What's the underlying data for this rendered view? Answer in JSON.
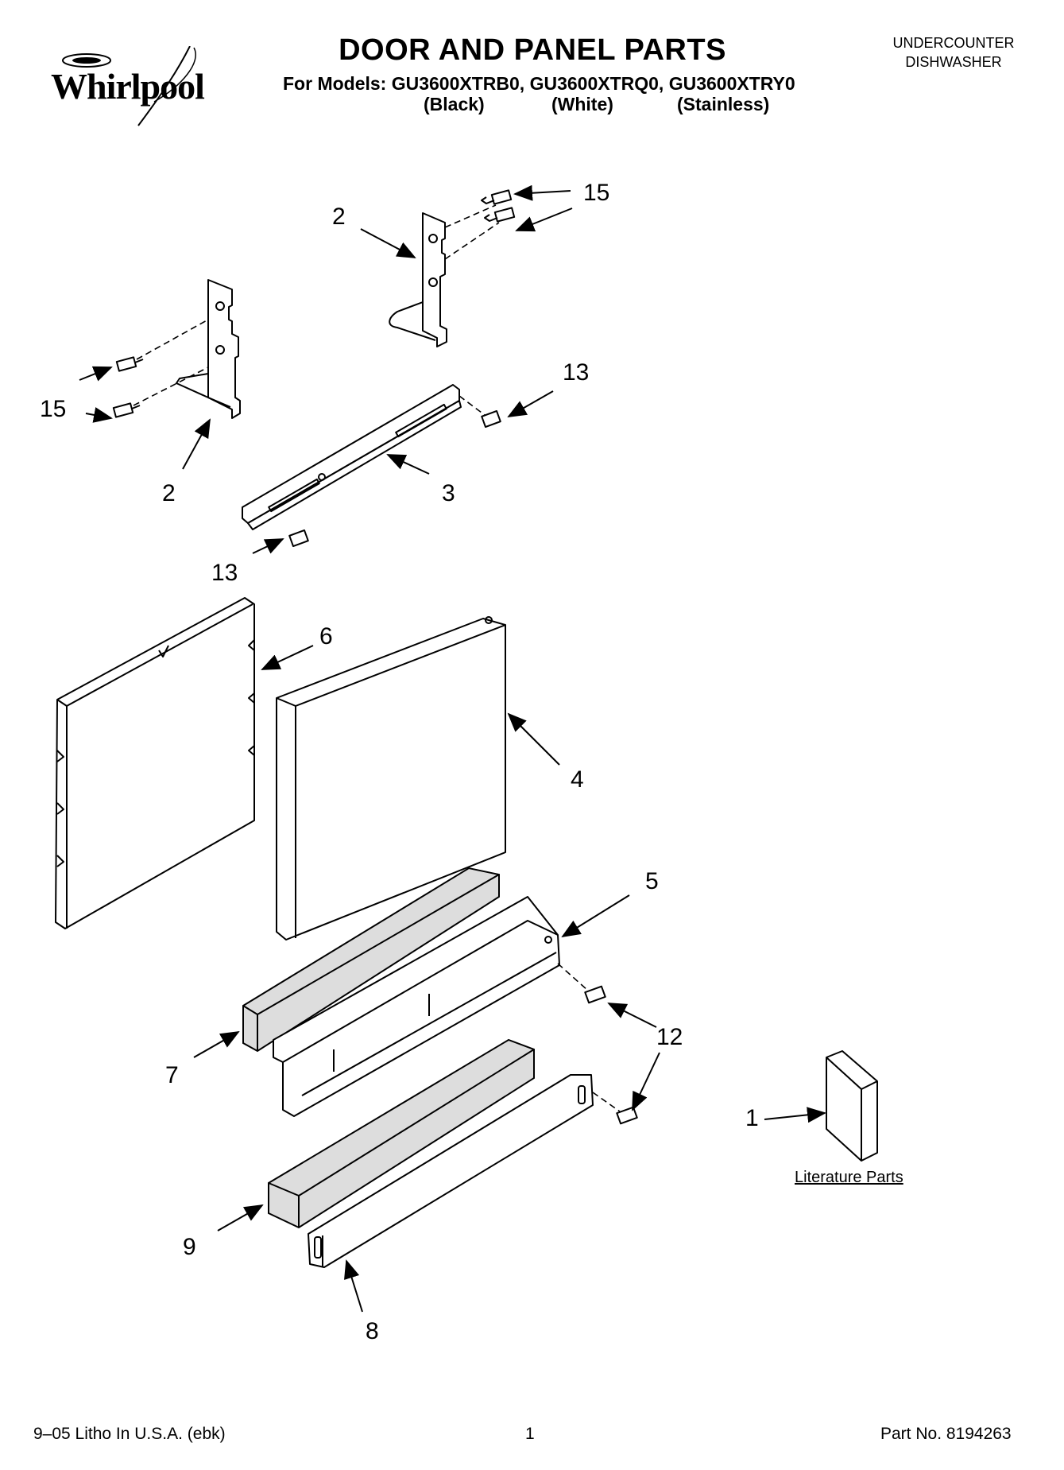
{
  "header": {
    "brand": "Whirlpool",
    "title": "DOOR AND PANEL PARTS",
    "models": "For Models: GU3600XTRB0, GU3600XTRQ0, GU3600XTRY0",
    "variants": [
      "(Black)",
      "(White)",
      "(Stainless)"
    ],
    "appliance_line1": "UNDERCOUNTER",
    "appliance_line2": "DISHWASHER"
  },
  "callouts": {
    "c15a": "15",
    "c2a": "2",
    "c15b": "15",
    "c2b": "2",
    "c13a": "13",
    "c3": "3",
    "c13b": "13",
    "c6": "6",
    "c4": "4",
    "c5": "5",
    "c7": "7",
    "c12": "12",
    "c1": "1",
    "c9": "9",
    "c8": "8"
  },
  "literature_label": "Literature Parts",
  "footer": {
    "left": "9–05 Litho In U.S.A. (ebk)",
    "center": "1",
    "right": "Part No. 8194263"
  }
}
